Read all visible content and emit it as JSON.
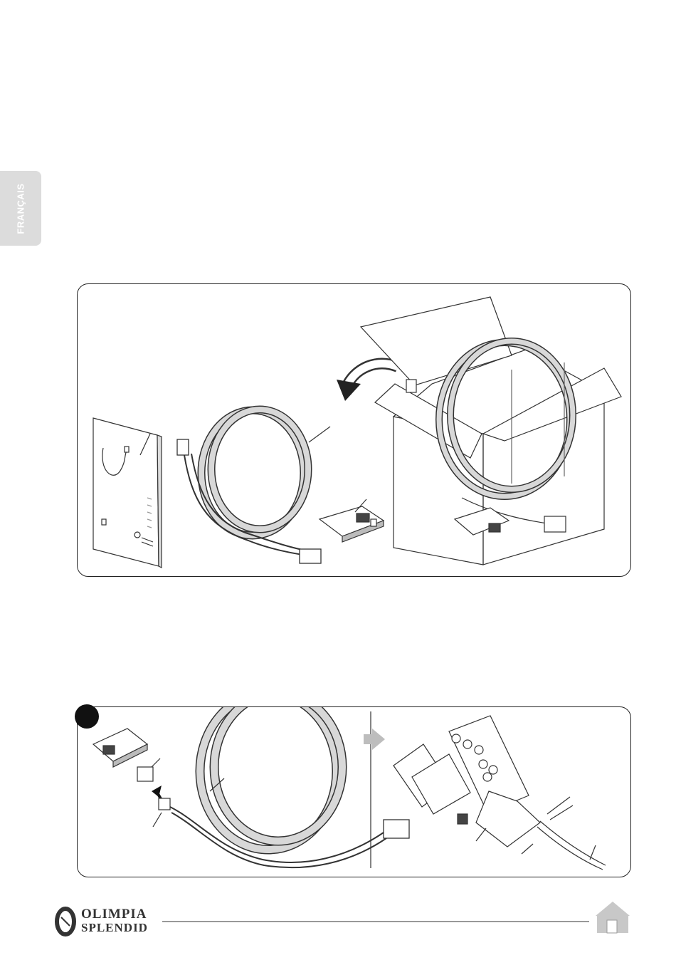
{
  "sidebar": {
    "language_tab": "FRANÇAIS"
  },
  "footer": {
    "brand_line1": "OLIMPIA",
    "brand_line2": "SPLENDID",
    "home_icon": "home-icon"
  },
  "colors": {
    "tab_bg": "#dcdcdc",
    "frame": "#222222",
    "rule": "#999999"
  }
}
